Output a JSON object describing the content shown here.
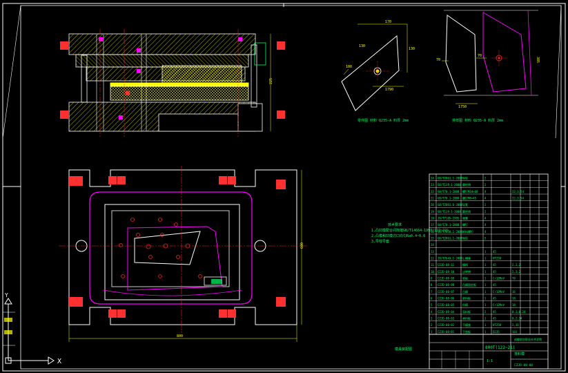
{
  "colors": {
    "background": "#000000",
    "outline": "#ffffff",
    "hatch": "#ffff00",
    "center_line": "#ff2020",
    "part": "#ff00ff",
    "text": "#00ff66",
    "bolt": "#ff3030"
  },
  "top_right_views": {
    "left_caption": "零件图 材料 Q235-A 料厚 2mm",
    "right_caption": "排样图 材料 Q235-A 料厚 2mm",
    "dims": [
      "170",
      "130",
      "100",
      "1750",
      "70",
      "70",
      "385"
    ]
  },
  "plan_view": {
    "note_title": "技术要求",
    "notes": [
      "1.凸凹模配合间隙按GB/T14664-1993(122~22)",
      "2.凸模和凹模刃口均匀Ra0.4~0.8",
      "3.导柱导套"
    ],
    "label_under": "模具装配图",
    "dims": [
      "600",
      "800"
    ]
  },
  "bom": {
    "rows": [
      [
        "24",
        "GB/T2861.1-2008",
        "导柱",
        "2",
        "",
        ""
      ],
      [
        "23",
        "GB/T119.1-2000",
        "圆柱销",
        "2",
        "",
        ""
      ],
      [
        "22",
        "GB/T70.1-2008",
        "螺钉M10×60",
        "4",
        "",
        "22,3.54"
      ],
      [
        "21",
        "GB/T70.1-2008",
        "螺钉M8×45",
        "4",
        "",
        "22,3.54"
      ],
      [
        "20",
        "GB/T2861.6-2008",
        "导套",
        "2",
        "",
        ""
      ],
      [
        "19",
        "GB/T119.1-2000",
        "圆柱销",
        "2",
        "",
        ""
      ],
      [
        "18",
        "JB/T7185-1995",
        "弹簧",
        "4",
        "",
        ""
      ],
      [
        "17",
        "GB/T70.1-2008",
        "螺钉",
        "4",
        "",
        ""
      ],
      [
        "16",
        "JB/T7650.1-2008",
        "卸料螺钉",
        "4",
        "",
        ""
      ],
      [
        "15",
        "GB/T2861.1-2008",
        "导柱",
        "5",
        "",
        ""
      ],
      [
        "14",
        "",
        "",
        "",
        "",
        ""
      ],
      [
        "13",
        "",
        "",
        "1",
        "45",
        ""
      ],
      [
        "12",
        "JB/T7643.1-2008",
        "上模座",
        "1",
        "HT250",
        ""
      ],
      [
        "11",
        "CZJD-08-11",
        "模柄",
        "1",
        "45",
        "2,2.2"
      ],
      [
        "10",
        "CZJD-08-10",
        "止转销",
        "1",
        "45",
        "2,2.2"
      ],
      [
        "9",
        "CZJD-08-09",
        "垫板",
        "1",
        "Cr12MoV",
        "78"
      ],
      [
        "8",
        "CZJD-08-08",
        "凸模固定板",
        "1",
        "45",
        ""
      ],
      [
        "7",
        "CZJD-08-07",
        "凸模",
        "1",
        "Cr12MoV",
        "16"
      ],
      [
        "6",
        "CZJD-08-06",
        "卸料板",
        "1",
        "45",
        "18"
      ],
      [
        "5",
        "CZJD-08-05",
        "凹模",
        "1",
        "Cr12MoV",
        "18"
      ],
      [
        "4",
        "CZJD-08-04",
        "导料板",
        "2",
        "45",
        "0.2,0.24"
      ],
      [
        "3",
        "CZJD-08-03",
        "承料板",
        "1",
        "45",
        "0,2.34"
      ],
      [
        "2",
        "CZJD-08-02",
        "下模座",
        "1",
        "HT250",
        "2,31"
      ],
      [
        "1",
        "CZJD-08-01",
        "下垫板",
        "1",
        "Q235",
        "101"
      ]
    ],
    "title_block": {
      "school": "成都航空职业技术学院",
      "drawing_title": "落料模",
      "scale": "1:1",
      "code": "CZJD-08-00",
      "extra": "800T(122~21)"
    }
  },
  "ucs": {
    "x_label": "X",
    "y_label": "Y"
  }
}
